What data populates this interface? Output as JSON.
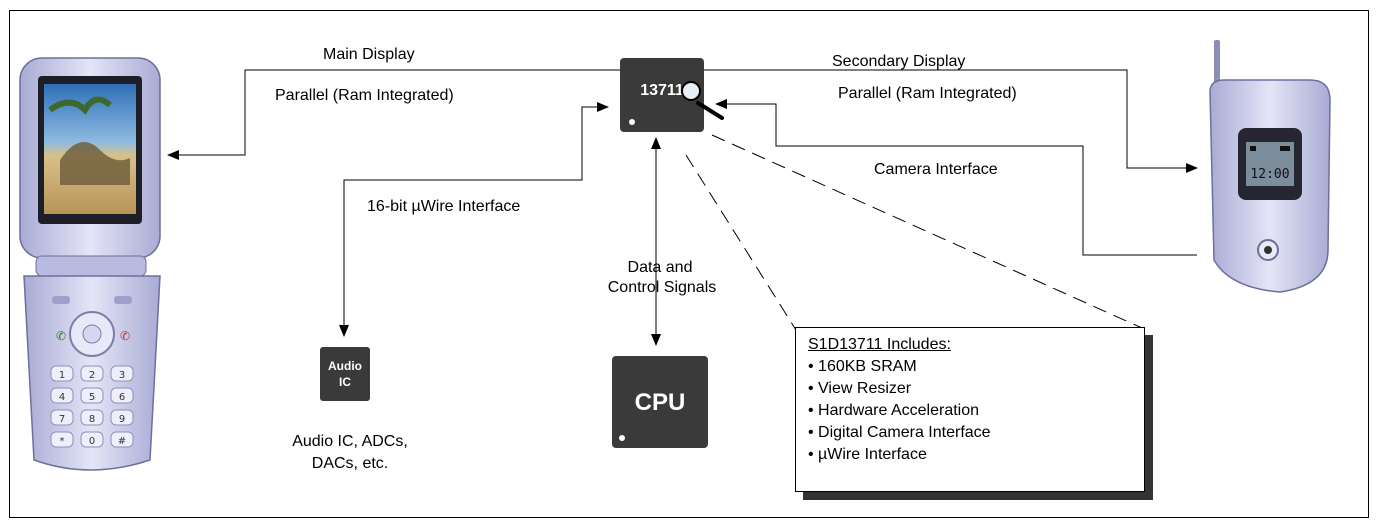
{
  "chip": {
    "label": "13711"
  },
  "cpu": {
    "label": "CPU"
  },
  "audio_chip": {
    "label_line1": "Audio",
    "label_line2": "IC"
  },
  "labels": {
    "main_display": "Main Display",
    "main_parallel": "Parallel (Ram Integrated)",
    "secondary_display": "Secondary Display",
    "secondary_parallel": "Parallel (Ram Integrated)",
    "camera_interface": "Camera Interface",
    "uwire_interface": "16-bit µWire Interface",
    "data_control_line1": "Data and",
    "data_control_line2": "Control Signals",
    "audio_desc_line1": "Audio IC, ADCs,",
    "audio_desc_line2": "DACs, etc."
  },
  "phone_left": {
    "keypad": [
      "1",
      "2",
      "3",
      "4",
      "5",
      "6",
      "7",
      "8",
      "9",
      "*",
      "0",
      "#"
    ]
  },
  "phone_right": {
    "clock": "12:00"
  },
  "includes": {
    "title": "S1D13711 Includes:",
    "items": [
      "160KB SRAM",
      "View Resizer",
      "Hardware Acceleration",
      "Digital Camera Interface",
      "µWire Interface"
    ]
  },
  "colors": {
    "chip": "#3a3a3a",
    "phone_body": "#c9cbe8",
    "line": "#000000"
  },
  "icons": {
    "magnifier": "magnifier-icon"
  }
}
